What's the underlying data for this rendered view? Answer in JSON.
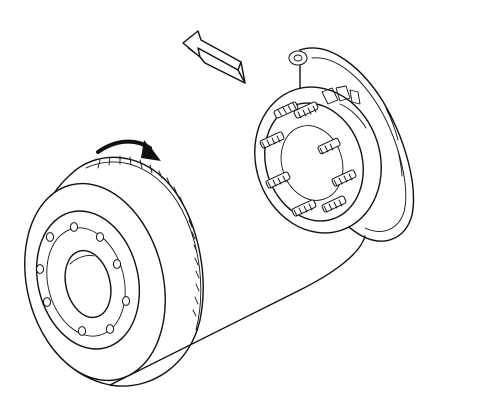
{
  "figure": {
    "parts": [
      {
        "name": "brake-rotor",
        "mount_holes": 8
      },
      {
        "name": "wheel-hub",
        "wheel_studs": 8
      },
      {
        "name": "dust-shield"
      }
    ],
    "arrows": [
      {
        "name": "removal-direction-arrow",
        "style": "hollow-block"
      },
      {
        "name": "rotation-arrow",
        "style": "curved-solid"
      }
    ],
    "colors": {
      "ink": "#111111",
      "paper": "#ffffff"
    }
  }
}
